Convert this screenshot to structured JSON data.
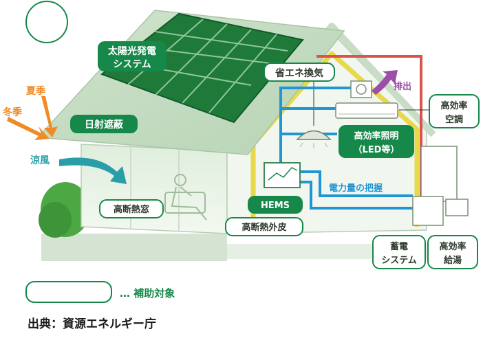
{
  "labels": {
    "solar": [
      "太陽光発電",
      "システム"
    ],
    "sun_shading": "日射遮蔽",
    "summer": "夏季",
    "winter": "冬季",
    "cool_breeze": "涼風",
    "ventilation": "省エネ換気",
    "exhaust": "排出",
    "aircon": [
      "高効率",
      "空調"
    ],
    "lighting": [
      "高効率照明",
      "（LED等）"
    ],
    "power_monitor": "電力量の把握",
    "hems": "HEMS",
    "insulated_window": "高断熱窓",
    "insulated_envelope": "高断熱外皮",
    "storage": [
      "蓄電",
      "システム"
    ],
    "water_heater": [
      "高効率",
      "給湯"
    ],
    "legend_text": "… 補助対象",
    "source": "出典：資源エネルギー庁"
  },
  "colors": {
    "green": "#16884a",
    "blue": "#2196d3",
    "red": "#d9534f",
    "orange": "#f08a24",
    "teal": "#2a9ea8",
    "purple": "#9b4fa8",
    "yellow": "#e8d84a"
  }
}
